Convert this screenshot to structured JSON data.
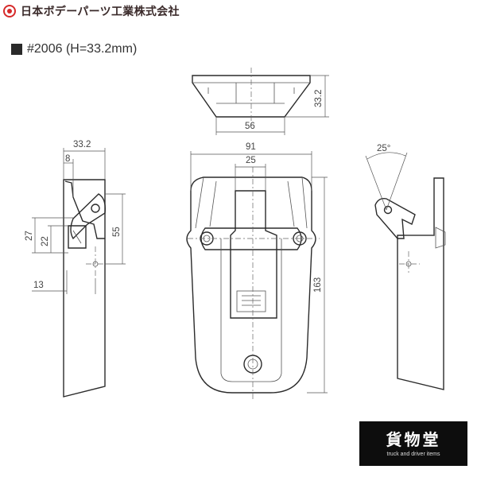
{
  "brand": {
    "name": "日本ボデーパーツ工業株式会社",
    "logo_icon": "target-icon",
    "accent": "#d62a2a"
  },
  "title": {
    "text": "#2006 (H=33.2mm)"
  },
  "dimensions": {
    "top_height": "33.2",
    "top_width": "56",
    "overall_width": "91",
    "inner_width": "25",
    "overall_height": "163",
    "side_depth": "33.2",
    "side_8": "8",
    "side_27": "27",
    "side_22": "22",
    "side_55": "55",
    "side_13": "13",
    "angle": "25°"
  },
  "store_logo": {
    "name": "貨物堂",
    "tagline": "truck and driver items"
  }
}
